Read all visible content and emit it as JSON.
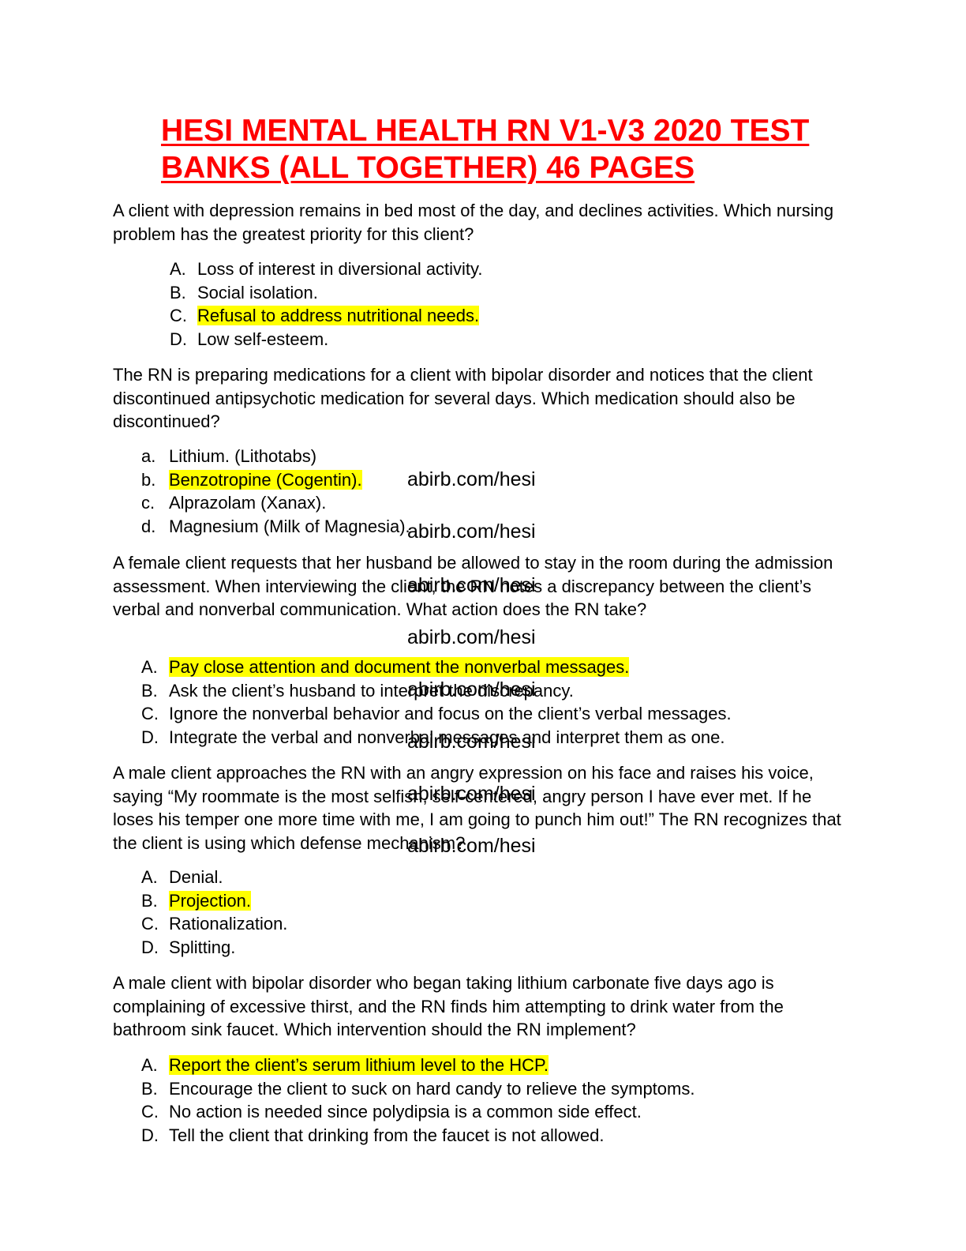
{
  "title": "HESI MENTAL HEALTH RN V1-V3 2020 TEST BANKS (ALL TOGETHER) 46 PAGES",
  "watermark": "abirb.com/hesi",
  "questions": [
    {
      "stem": "A client with depression remains in bed most of the day, and declines activities. Which nursing problem has the greatest priority for this client?",
      "options": [
        {
          "letter": "A.",
          "text": "Loss of interest in diversional activity."
        },
        {
          "letter": "B.",
          "text": "Social isolation."
        },
        {
          "letter": "C.",
          "text": "Refusal to address nutritional needs."
        },
        {
          "letter": "D.",
          "text": "Low self-esteem."
        }
      ]
    },
    {
      "stem": "The RN is preparing medications for a client with bipolar disorder and notices that the client discontinued antipsychotic medication for several days. Which medication should also be discontinued?",
      "options": [
        {
          "letter": "a.",
          "text": "Lithium. (Lithotabs)"
        },
        {
          "letter": "b.",
          "text": "Benzotropine (Cogentin)."
        },
        {
          "letter": "c.",
          "text": "Alprazolam (Xanax)."
        },
        {
          "letter": "d.",
          "text": "Magnesium (Milk of Magnesia)."
        }
      ]
    },
    {
      "stem": "A female client requests that her husband be allowed to stay in the room during the admission assessment. When interviewing the client, the RN notes a discrepancy between the client’s verbal and nonverbal communication. What action does the RN take?",
      "options": [
        {
          "letter": "A.",
          "text": "Pay close attention and document the nonverbal messages."
        },
        {
          "letter": "B.",
          "text": "Ask the client’s husband to interpret the discrepancy."
        },
        {
          "letter": "C.",
          "text": "Ignore the nonverbal behavior and focus on the client’s verbal messages."
        },
        {
          "letter": "D.",
          "text": "Integrate the verbal and nonverbal messages and interpret them as one."
        }
      ]
    },
    {
      "stem": "A male client approaches the RN with an angry expression on his face and raises his voice, saying “My roommate is the most selfish, self-centered, angry person I have ever met. If he loses his temper one more time with me, I am going to punch him out!” The RN recognizes that the client is using which defense mechanism?",
      "options": [
        {
          "letter": "A.",
          "text": "Denial."
        },
        {
          "letter": "B.",
          "text": "Projection."
        },
        {
          "letter": "C.",
          "text": "Rationalization."
        },
        {
          "letter": "D.",
          "text": "Splitting."
        }
      ]
    },
    {
      "stem": "A male client with bipolar disorder who began taking lithium carbonate five days ago is complaining of excessive thirst, and the RN finds him attempting to drink water from the bathroom sink faucet. Which intervention should the RN implement?",
      "options": [
        {
          "letter": "A.",
          "text": "Report the client’s serum lithium level to the HCP."
        },
        {
          "letter": "B.",
          "text": "Encourage the client to suck on hard candy to relieve the symptoms."
        },
        {
          "letter": "C.",
          "text": "No action is needed since polydipsia is a common side effect."
        },
        {
          "letter": "D.",
          "text": "Tell the client that drinking from the faucet is not allowed."
        }
      ]
    }
  ],
  "highlight_color": "#ffff00",
  "title_color": "#ff0000"
}
